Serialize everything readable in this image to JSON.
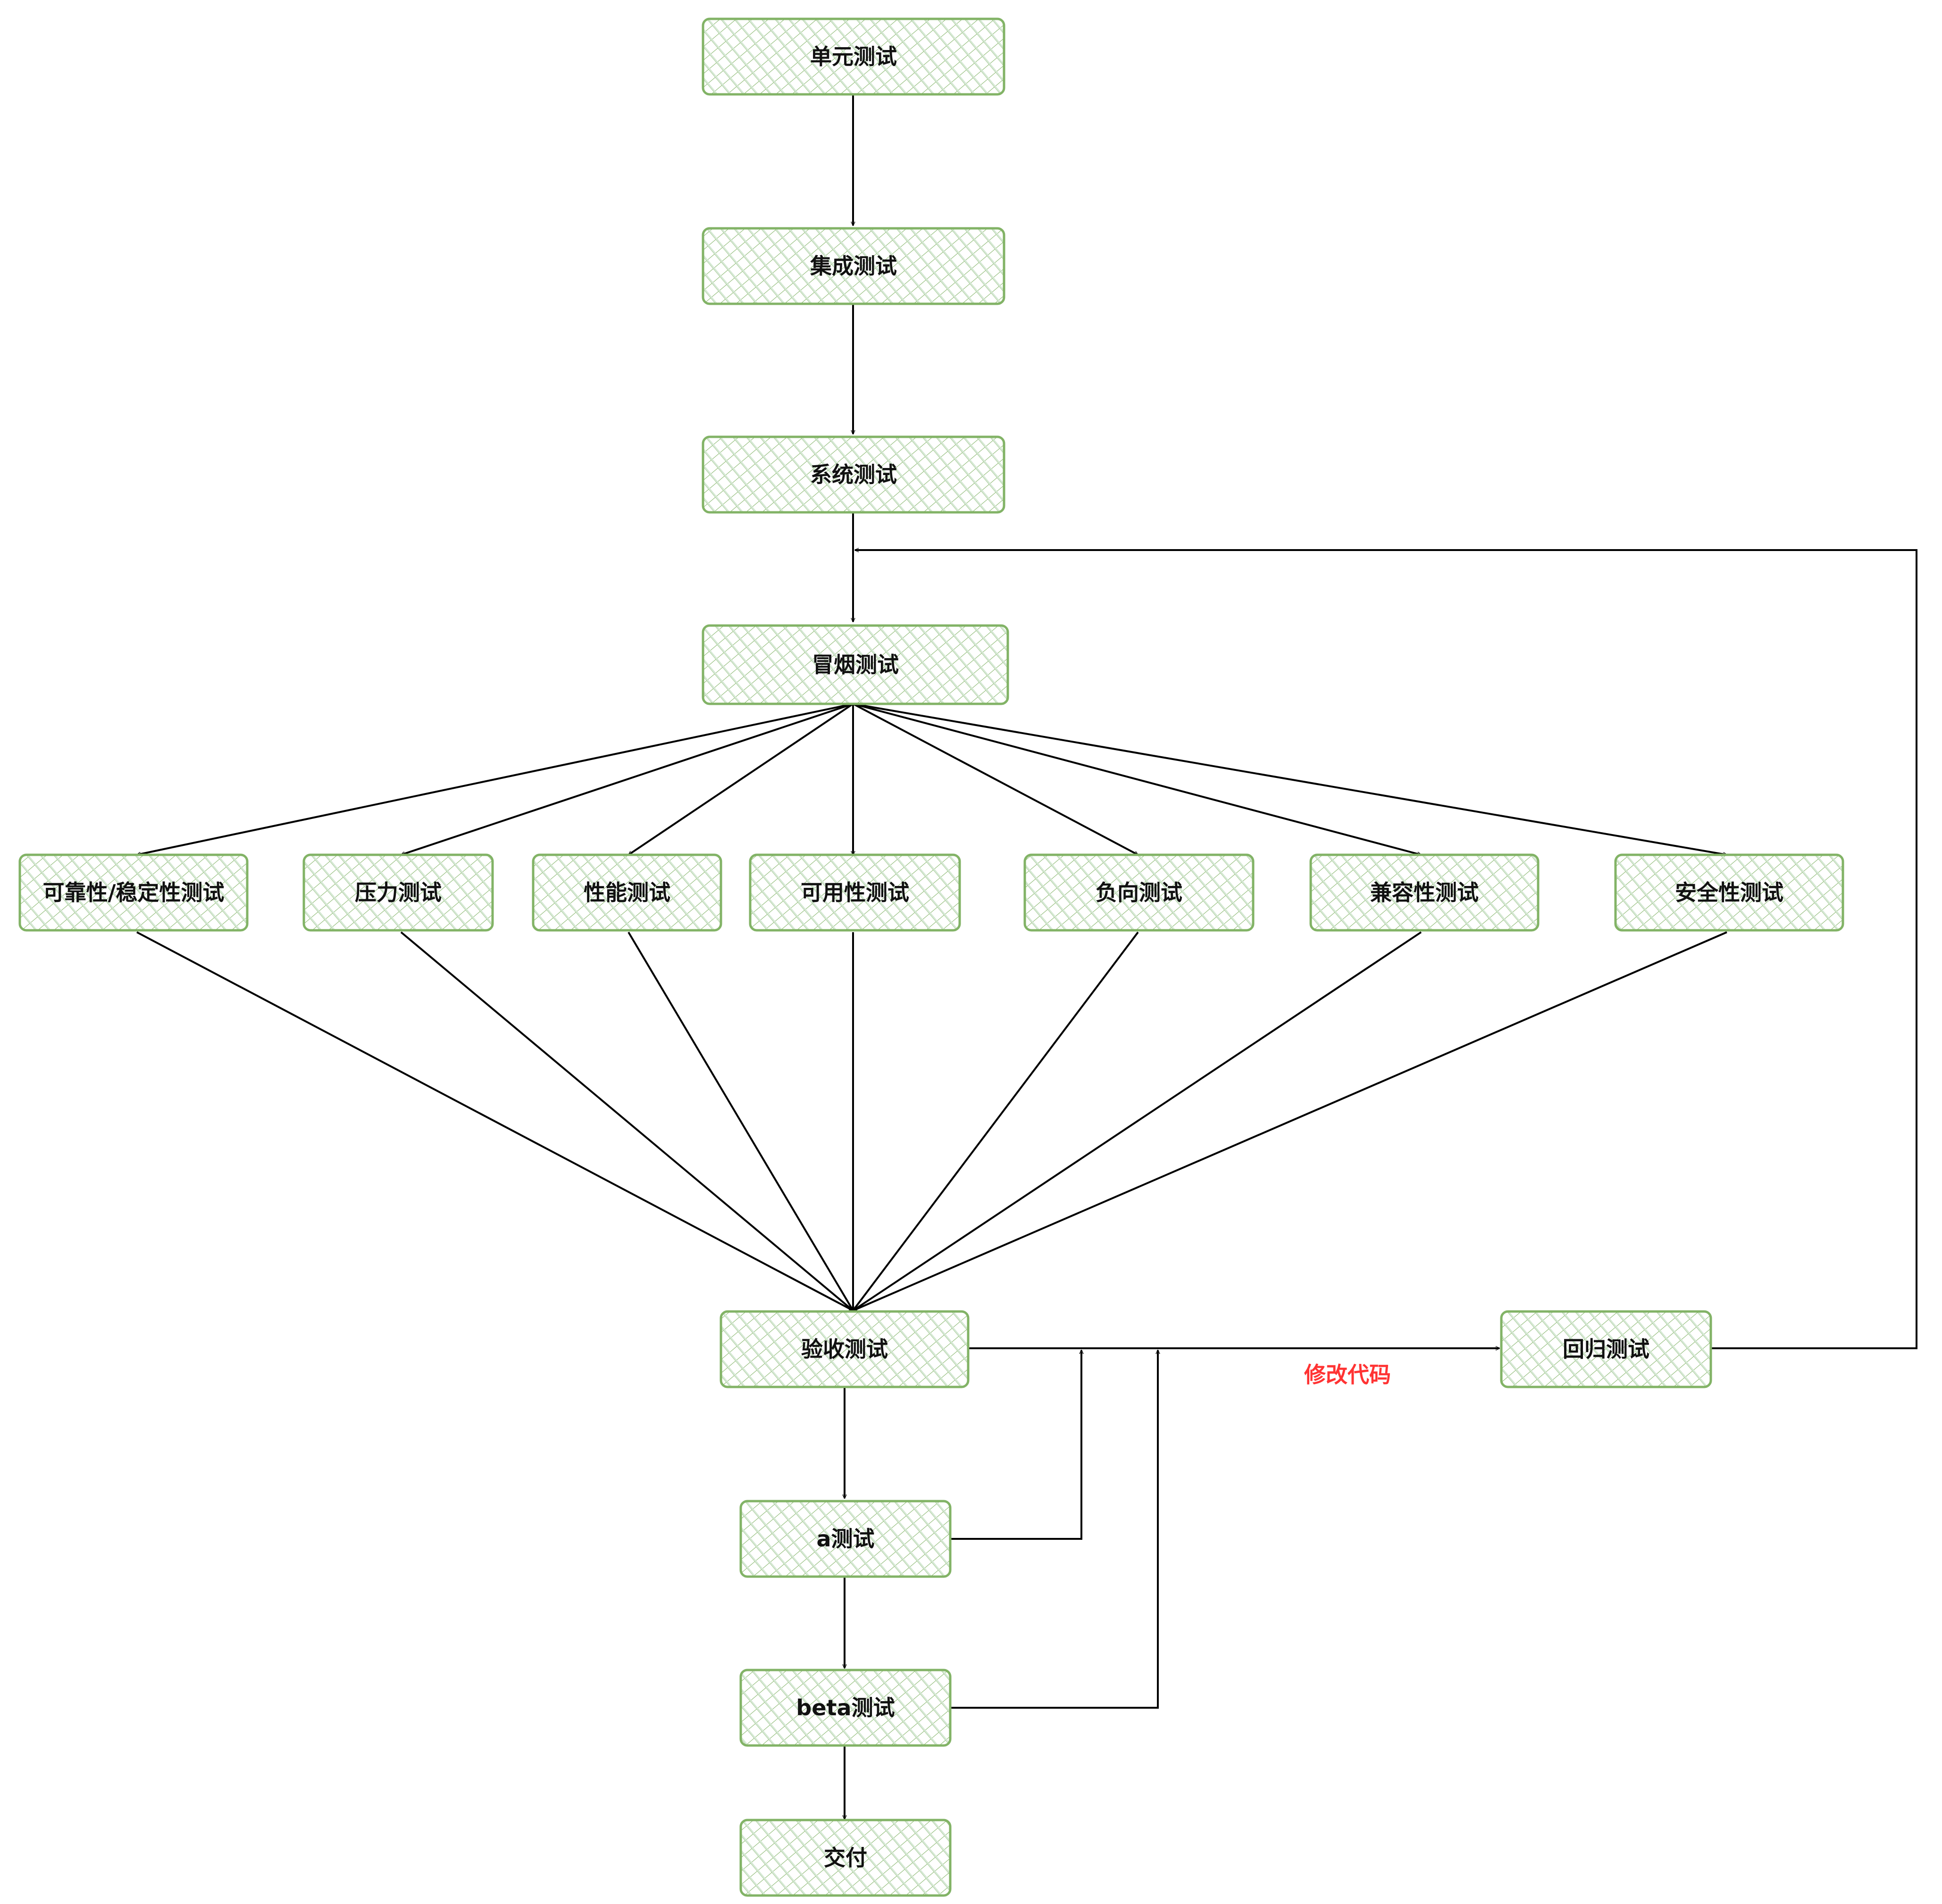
{
  "colors": {
    "node_fill": "#d5e8d4",
    "node_stroke": "#82b366",
    "edge": "#000000",
    "label_red": "#ff3333"
  },
  "nodes": {
    "unit": "单元测试",
    "integration": "集成测试",
    "system": "系统测试",
    "smoke": "冒烟测试",
    "reliability": "可靠性/稳定性测试",
    "stress": "压力测试",
    "performance": "性能测试",
    "usability": "可用性测试",
    "negative": "负向测试",
    "compatibility": "兼容性测试",
    "security": "安全性测试",
    "acceptance": "验收测试",
    "regression": "回归测试",
    "alpha": "a测试",
    "beta": "beta测试",
    "delivery": "交付"
  },
  "labels": {
    "fix_code": "修改代码"
  }
}
